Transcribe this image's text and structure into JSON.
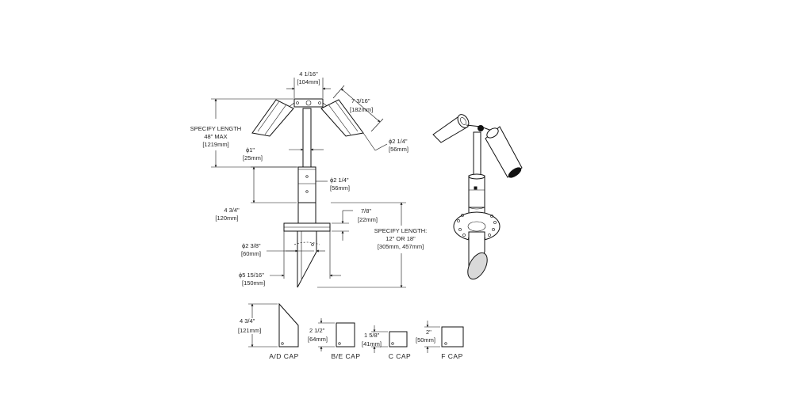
{
  "dims": {
    "top_width": [
      "4 1/16\"",
      "[104mm]"
    ],
    "arm_length": [
      "7 3/16\"",
      "[182mm]"
    ],
    "specify_length": [
      "SPECIFY LENGTH",
      "48\" MAX",
      "[1219mm]"
    ],
    "lamp_dia": [
      "ϕ2 1/4\"",
      "[56mm]"
    ],
    "pole_dia": [
      "ϕ1\"",
      "[25mm]"
    ],
    "riser_dia": [
      "ϕ2 1/4\"",
      "[56mm]"
    ],
    "riser_len": [
      "4 3/4\"",
      "[120mm]"
    ],
    "flange_thk": [
      "7/8\"",
      "[22mm]"
    ],
    "stake_len": [
      "SPECIFY LENGTH:",
      "12\" OR 18\"",
      "[305mm, 457mm]"
    ],
    "stake_dia": [
      "ϕ2 3/8\"",
      "[60mm]"
    ],
    "flange_dia": [
      "ϕ5 15/16\"",
      "[150mm]"
    ]
  },
  "caps": [
    {
      "label": "A/D CAP",
      "dim": [
        "4 3/4\"",
        "[121mm]"
      ]
    },
    {
      "label": "B/E CAP",
      "dim": [
        "2 1/2\"",
        "[64mm]"
      ]
    },
    {
      "label": "C CAP",
      "dim": [
        "1 5/8\"",
        "[41mm]"
      ]
    },
    {
      "label": "F CAP",
      "dim": [
        "2\"",
        "[50mm]"
      ]
    }
  ]
}
